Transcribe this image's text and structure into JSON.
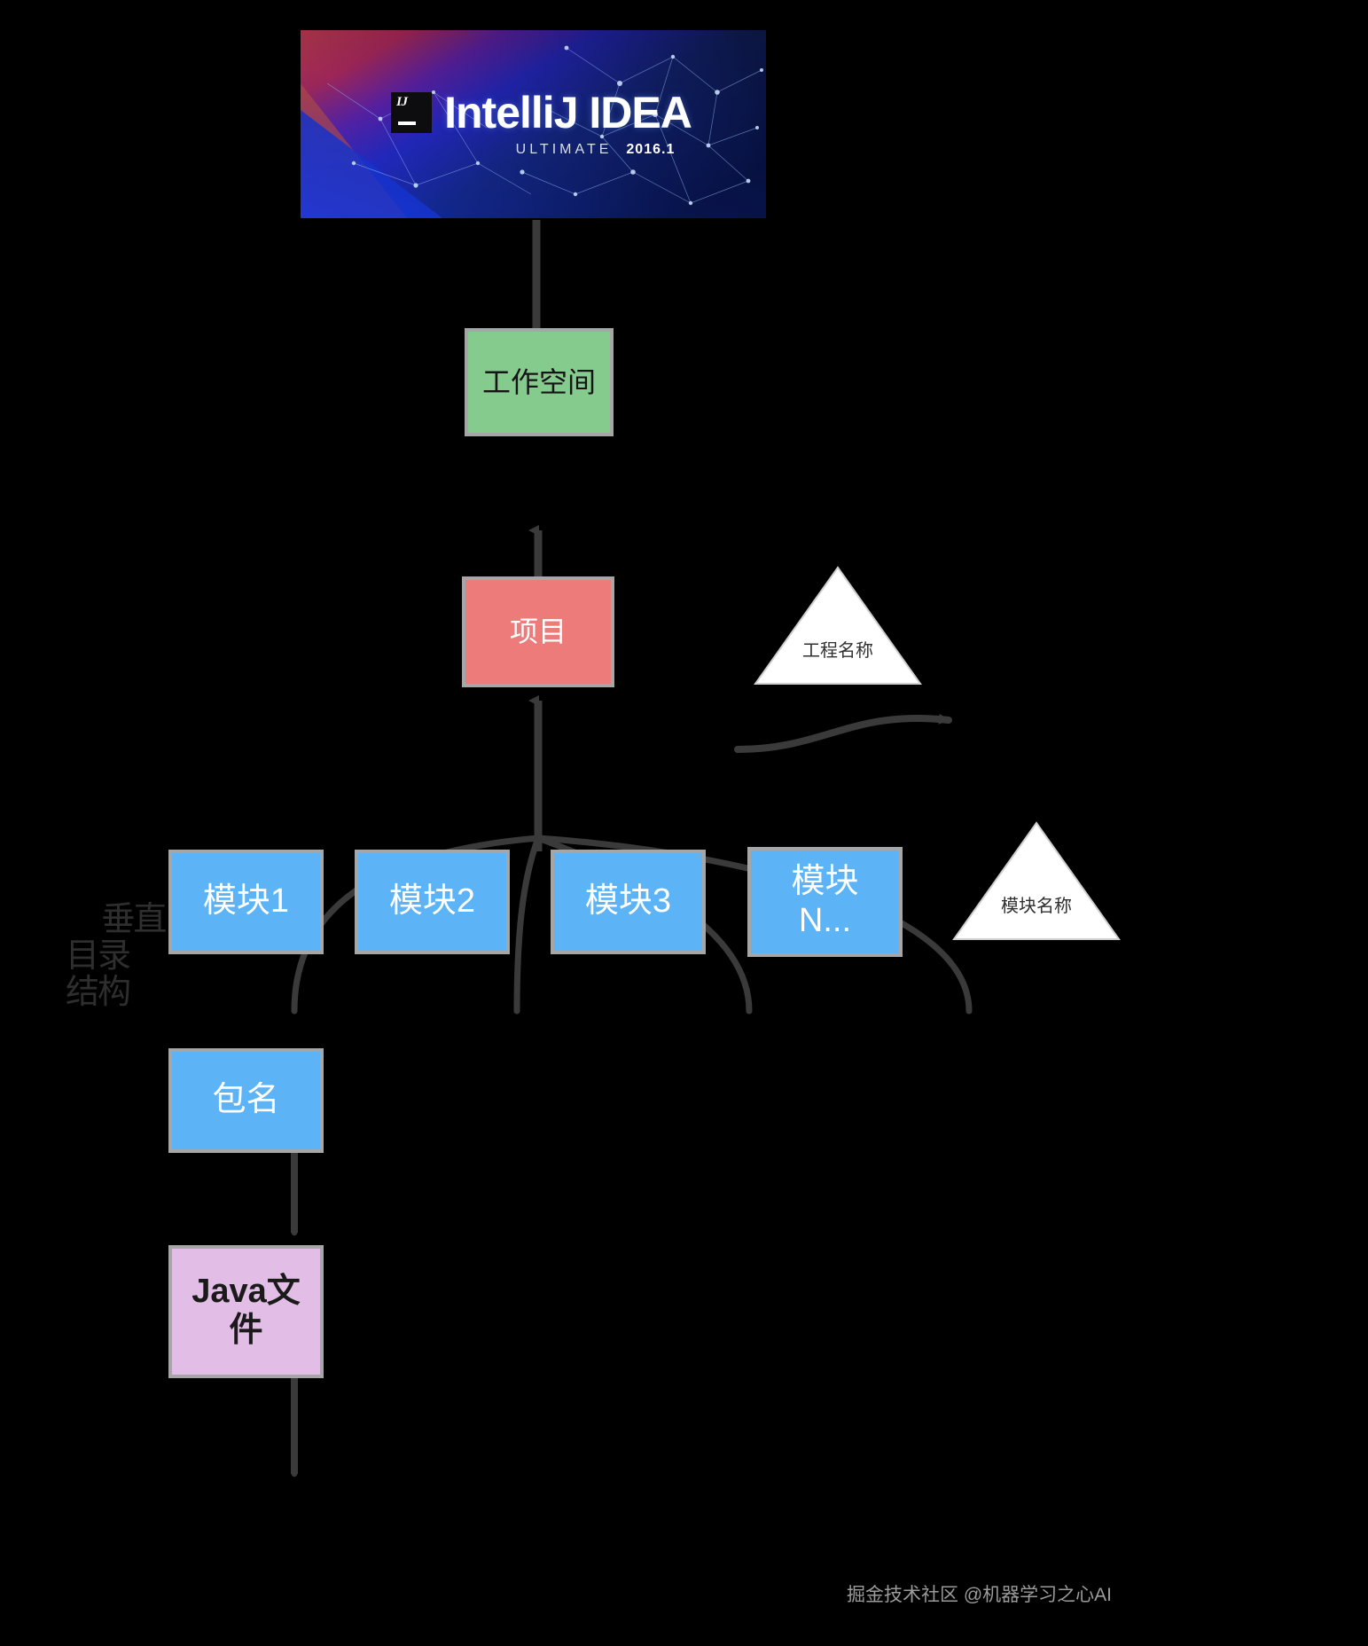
{
  "banner": {
    "product_mark": "IJ",
    "title": "IntelliJ IDEA",
    "edition": "ULTIMATE",
    "version": "2016.1"
  },
  "nodes": {
    "workspace": {
      "label": "工作空间",
      "color": "#86cb8e"
    },
    "project": {
      "label": "项目",
      "color": "#ec7b79"
    },
    "module1": {
      "label": "模块1",
      "color": "#5cb3f5"
    },
    "module2": {
      "label": "模块2",
      "color": "#5cb3f5"
    },
    "module3": {
      "label": "模块3",
      "color": "#5cb3f5"
    },
    "moduleN": {
      "label": "模块\nN...",
      "color": "#5cb3f5"
    },
    "package": {
      "label": "包名",
      "color": "#5cb3f5"
    },
    "javafile": {
      "label": "Java文\n件",
      "color": "#e2bde6"
    }
  },
  "annotations": {
    "project_name": {
      "label": "工程名称",
      "shape": "triangle",
      "fill": "#ffffff"
    },
    "module_name": {
      "label": "模块名称",
      "shape": "triangle",
      "fill": "#ffffff"
    }
  },
  "left_glyph": {
    "text": "垂直\n目录\n结构"
  },
  "watermark": {
    "text": "掘金技术社区 @机器学习之心AI"
  },
  "theme": {
    "background": "#000000",
    "node_border": "#a6a6a6",
    "connector": "#3a3a3a"
  }
}
